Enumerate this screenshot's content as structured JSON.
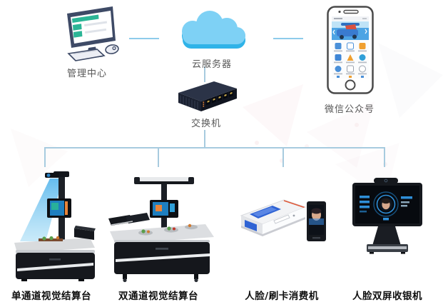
{
  "diagram": {
    "type": "system-architecture-topology",
    "top_nodes": {
      "management_center": {
        "label": "管理中心",
        "icon": "desktop-computer-icon"
      },
      "cloud_server": {
        "label": "云服务器",
        "icon": "cloud-icon"
      },
      "wechat_official_account": {
        "label": "微信公众号",
        "icon": "smartphone-icon"
      }
    },
    "switch_node": {
      "label": "交换机",
      "icon": "network-switch-icon"
    },
    "devices": [
      {
        "label": "单通道视觉结算台",
        "icon": "single-lane-vision-checkout-icon"
      },
      {
        "label": "双通道视觉结算台",
        "icon": "dual-lane-vision-checkout-icon"
      },
      {
        "label": "人脸/刷卡消费机",
        "icon": "face-card-payment-terminal-icon"
      },
      {
        "label": "人脸双屏收银机",
        "icon": "face-dual-screen-register-icon"
      }
    ],
    "connections": [
      "management_center - cloud_server",
      "cloud_server - wechat_official_account",
      "cloud_server - switch",
      "switch - all four devices (bus)"
    ],
    "colors": {
      "connector_line": "#a7cbdf",
      "dash_link": "#8ecbea",
      "cloud_body": "#7ed1f5",
      "cloud_rim": "#2fb3e8",
      "node_label_text": "#575757",
      "device_label_text": "#0f0f0f",
      "monitor_frame": "#3e4a66",
      "monitor_accent_green": "#2bb596",
      "device_body_dark": "#15181d",
      "screen_blue": "#1e7fc0",
      "led_orange": "#e8843a"
    }
  }
}
